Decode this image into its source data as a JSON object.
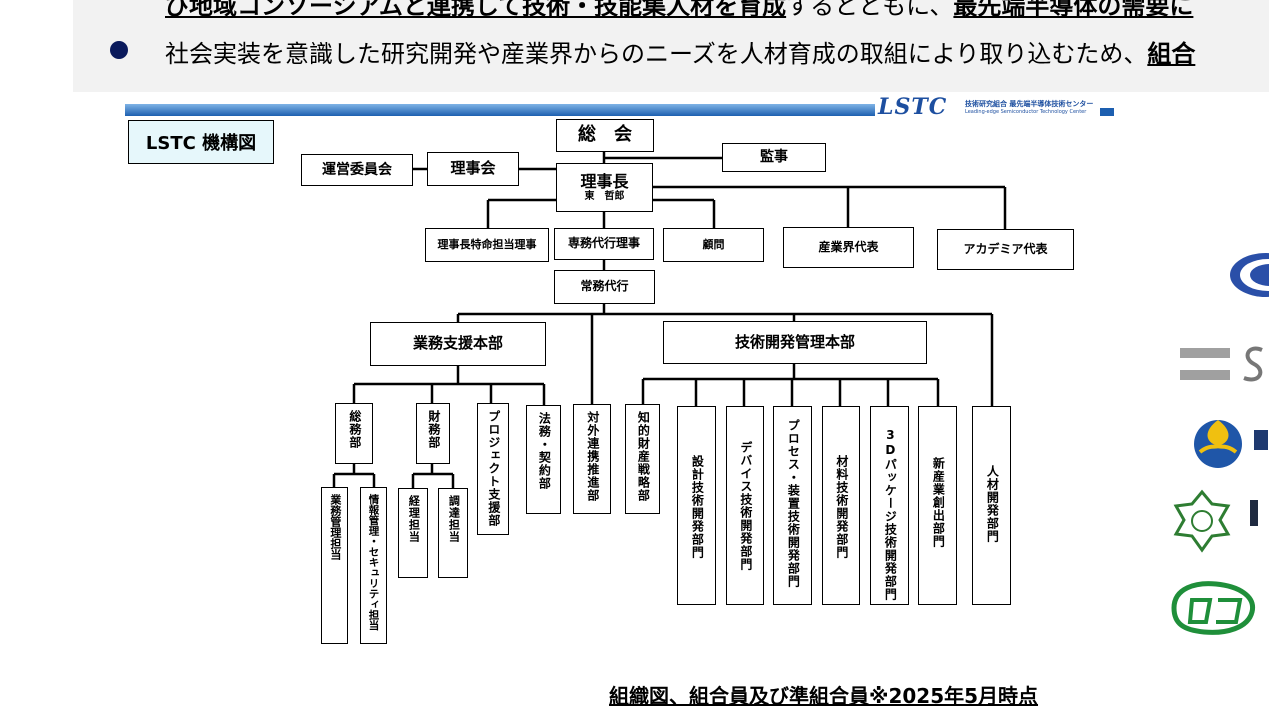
{
  "top": {
    "line1_pre": "び地域コンソーシアムと連携して技術・技能集人材を育成",
    "line1_mid": "するとともに、",
    "line1_bold": "最先端半導体の需要に",
    "line2_text": "社会実装を意識した研究開発や産業界からのニーズを人材育成の取組により取り込むため、",
    "line2_bold": "組合"
  },
  "header": {
    "logo": "LSTC",
    "sub1": "技術研究組合 最先端半導体技術センター",
    "sub2": "Leading-edge Semiconductor Technology Center"
  },
  "tag": "LSTC 機構図",
  "org": {
    "soukai": "総　会",
    "kanji": "監事",
    "unei": "運営委員会",
    "rijikai": "理事会",
    "rijicho": "理事長",
    "rijicho_name": "東　哲郎",
    "tokumei": "理事長特命担当理事",
    "senmu": "専務代行理事",
    "komon": "顧問",
    "sangyo": "産業界代表",
    "academia": "アカデミア代表",
    "jomu": "常務代行",
    "gyomu_hq": "業務支援本部",
    "gijutsu_hq": "技術開発管理本部",
    "somu": "総務部",
    "zaimu": "財務部",
    "project": "プロジェクト支援部",
    "homu": "法務・契約部",
    "gyomu_kanri": "業務管理担当",
    "joho": "情報管理・セキュリティ担当",
    "keiri": "経理担当",
    "chotatsu": "調達担当",
    "taigai": "対外連携推進部",
    "chiteki": "知的財産戦略部",
    "sekkei": "設計技術開発部門",
    "device": "デバイス技術開発部門",
    "process": "プロセス・装置技術開発部門",
    "zairyo": "材料技術開発部門",
    "pkg": "3Dパッケージ技術開発部門",
    "shinsangyo": "新産業創出部門",
    "jinzai": "人材開発部門"
  },
  "caption": "組織図、組合員及び準組合員※2025年5月時点",
  "colors": {
    "accent": "#1d4fa0",
    "tag_bg": "#e6f7fb"
  }
}
